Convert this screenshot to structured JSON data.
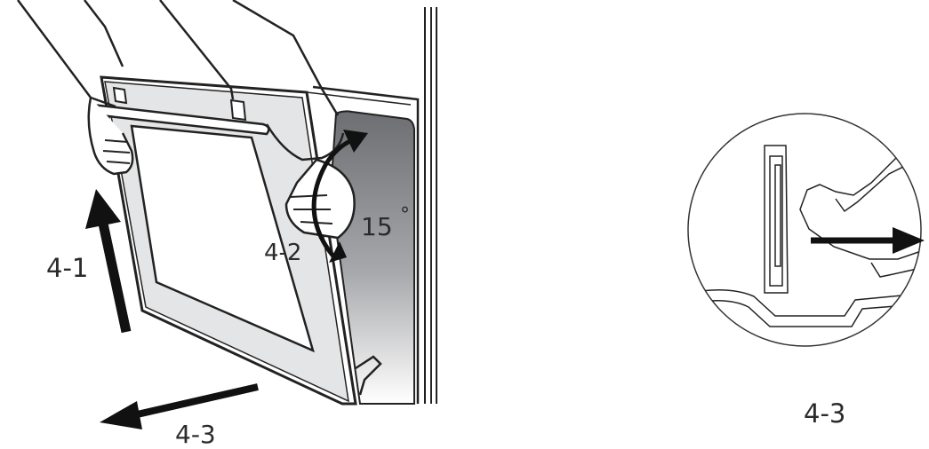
{
  "labels": {
    "step_lift": "4-1",
    "step_tilt": "4-2",
    "step_pull": "4-3",
    "angle": "15",
    "angle_unit": "°",
    "detail_caption": "4-3"
  }
}
